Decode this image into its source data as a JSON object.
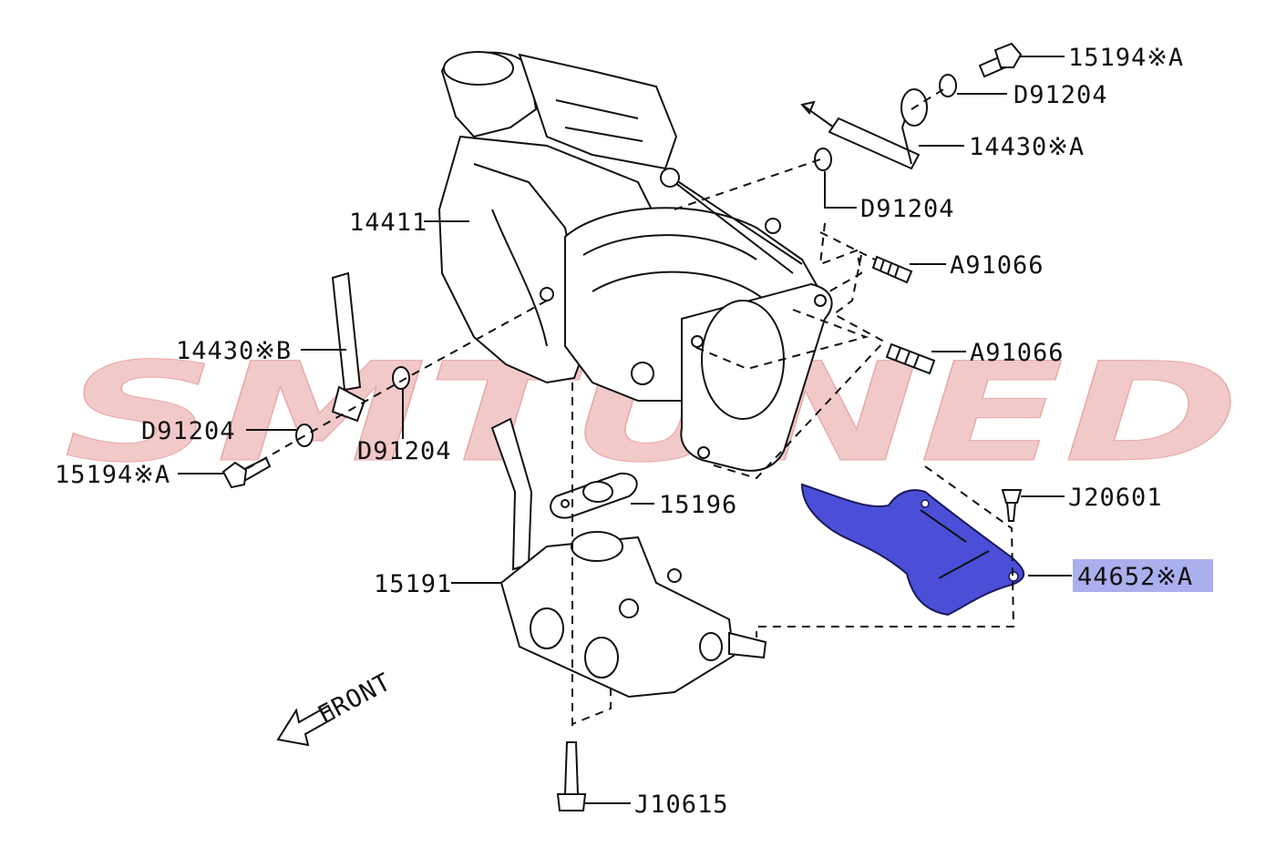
{
  "watermark": {
    "text": "SMTUNED",
    "color": "#f2c9c9"
  },
  "highlight_color": "#4b4fd8",
  "front_label": "FRONT",
  "callouts": [
    {
      "id": "c1",
      "text": "15194※A"
    },
    {
      "id": "c2",
      "text": "D91204"
    },
    {
      "id": "c3",
      "text": "14430※A"
    },
    {
      "id": "c4",
      "text": "D91204"
    },
    {
      "id": "c5",
      "text": "14411"
    },
    {
      "id": "c6",
      "text": "A91066"
    },
    {
      "id": "c7",
      "text": "A91066"
    },
    {
      "id": "c8",
      "text": "14430※B"
    },
    {
      "id": "c9",
      "text": "D91204"
    },
    {
      "id": "c10",
      "text": "D91204"
    },
    {
      "id": "c11",
      "text": "15194※A"
    },
    {
      "id": "c12",
      "text": "15196"
    },
    {
      "id": "c13",
      "text": "J20601"
    },
    {
      "id": "c14",
      "text": "15191"
    },
    {
      "id": "c15",
      "text": "44652※A",
      "highlighted": true
    },
    {
      "id": "c16",
      "text": "J10615"
    }
  ]
}
